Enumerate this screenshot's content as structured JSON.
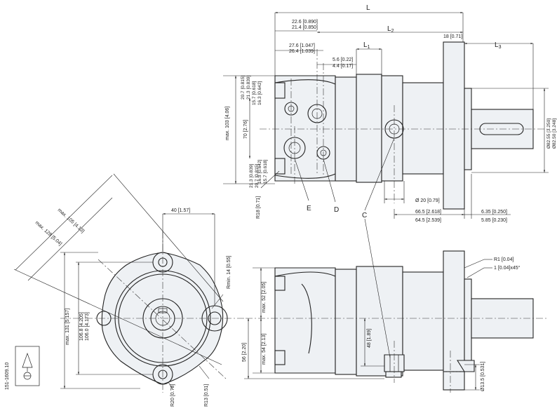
{
  "drawing": {
    "code": "151-1609.10",
    "top_view": {
      "L": "L",
      "L1": "L",
      "L1_sub": "1",
      "L2": "L",
      "L2_sub": "2",
      "L3": "L",
      "L3_sub": "3",
      "d_226": "22.6 [0.890]",
      "d_214": "21.4 [0.850]",
      "d_276": "27.6 [1.047]",
      "d_264": "26.4 [1.039]",
      "d_56": "5.6 [0.22]",
      "d_44": "4.4 [0.17]",
      "d_18": "18 [0.71]",
      "d_163a": "16.3 [0.642]",
      "d_157a": "15.7 [0.618]",
      "d_213a": "21.3 [0.839]",
      "d_207a": "20.7 [0.815]",
      "d_103": "max. 103 [4.06]",
      "d_70": "70 [2.76]",
      "d_163b": "16.3 [0.642]",
      "d_157b": "15.7 [0.618]",
      "d_213b": "21.3 [0.839]",
      "d_207b": "20.7 [0.815]",
      "d_r18": "R18 [0.71]",
      "d_phi20": "Ø 20 [0.79]",
      "d_665": "66.5 [2.618]",
      "d_645": "64.5 [2.539]",
      "d_635": "6.35 [0.250]",
      "d_585": "5.85 [0.230]",
      "d_825": "Ø82.55 [3.250]",
      "d_825b": "Ø82.50 [3.248]",
      "label_e": "E",
      "label_d": "D",
      "label_c": "C"
    },
    "end_view": {
      "d_40": "40 [1.57]",
      "d_128": "max. 128 [5.04]",
      "d_105": "max. 105 [4.13]",
      "d_rmin": "Rmin. 14 [0.55]",
      "d_131": "max. 131 [5.157]",
      "d_1068": "106.8 [4.205]",
      "d_1060": "106.0 [4.173]",
      "d_r13": "R13 [0.51]",
      "d_r20": "R20 [0.78]"
    },
    "side_view": {
      "d_r1": "R1 [0.04]",
      "d_1x45": "1 [0.04]x45°",
      "d_52": "max. 52 [2.05]",
      "d_54": "max. 54 [2.13]",
      "d_56": "56 [2.20]",
      "d_48": "48 [1.89]",
      "d_135": "Ø13.5 [0.531]"
    }
  }
}
